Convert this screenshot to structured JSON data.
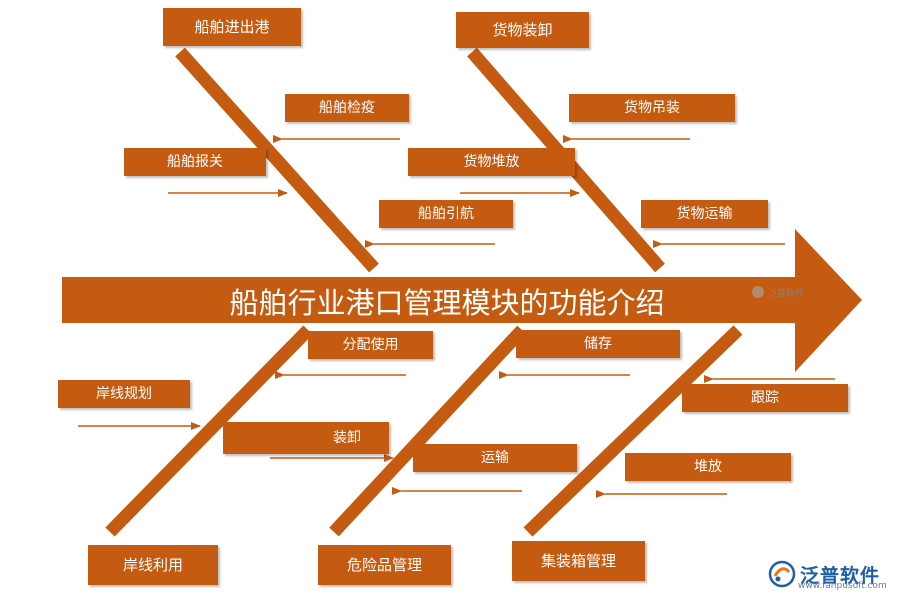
{
  "title": "船舶行业港口管理模块的功能介绍",
  "colors": {
    "box": "#c55a11",
    "bone": "#c55a11",
    "arrow": "#c55a11"
  },
  "branches": {
    "top_1": {
      "label": "船舶进出港",
      "items": [
        "船舶检疫",
        "船舶报关",
        "船舶引航"
      ]
    },
    "top_2": {
      "label": "货物装卸",
      "items": [
        "货物吊装",
        "货物堆放",
        "货物运输"
      ]
    },
    "bottom_1": {
      "label": "岸线利用",
      "items": [
        "分配使用",
        "岸线规划",
        "装卸"
      ]
    },
    "bottom_2": {
      "label": "危险品管理",
      "items": [
        "储存",
        "运输"
      ]
    },
    "bottom_3": {
      "label": "集装箱管理",
      "items": [
        "跟踪",
        "堆放"
      ]
    }
  },
  "watermark": {
    "small": "泛普软件"
  },
  "logo": {
    "name": "泛普软件",
    "url": "www.fanpusoft.com",
    "icon": "fanpu-logo-icon"
  }
}
